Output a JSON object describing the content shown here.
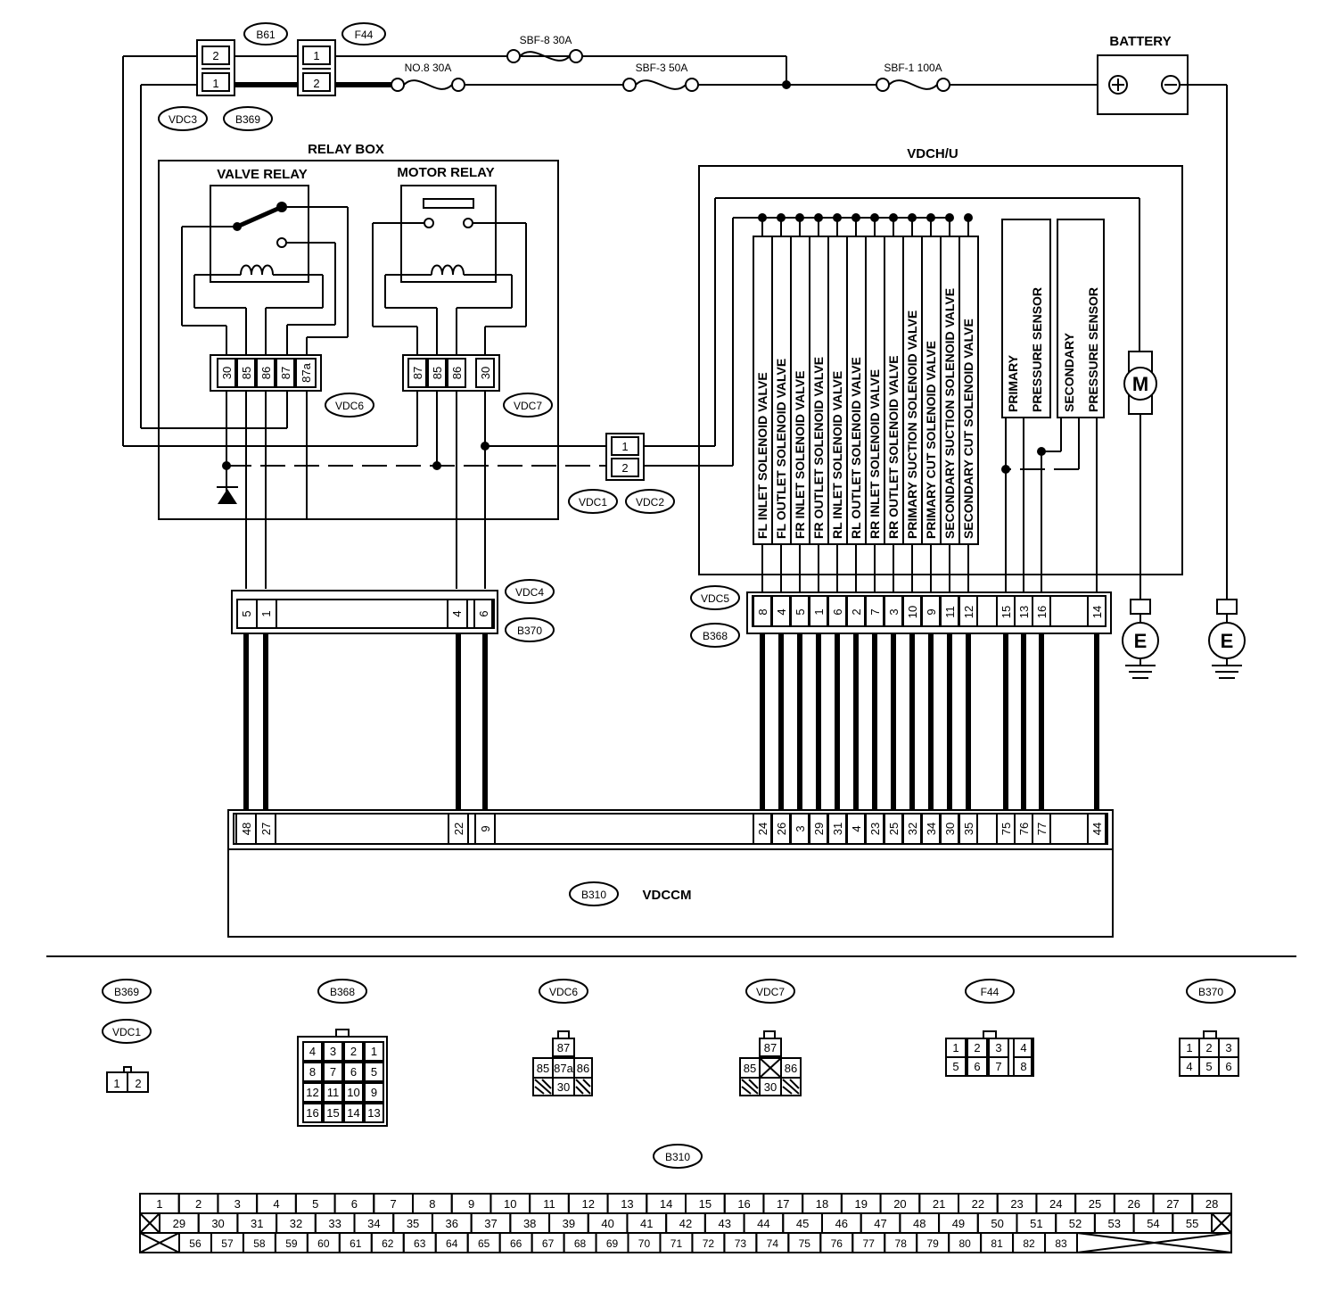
{
  "connectors": {
    "b61": "B61",
    "f44": "F44",
    "vdc3": "VDC3",
    "b369": "B369",
    "vdc6": "VDC6",
    "vdc7": "VDC7",
    "vdc1": "VDC1",
    "vdc2": "VDC2",
    "vdc4": "VDC4",
    "b370": "B370",
    "vdc5": "VDC5",
    "b368": "B368",
    "b310": "B310"
  },
  "fuses": {
    "sbf8": "SBF-8 30A",
    "no8": "NO.8 30A",
    "sbf3": "SBF-3 50A",
    "sbf1": "SBF-1 100A"
  },
  "battery": {
    "label": "BATTERY",
    "plus": "+",
    "minus": "−"
  },
  "relay_box": {
    "title": "RELAY BOX",
    "valve_relay": "VALVE RELAY",
    "motor_relay": "MOTOR RELAY",
    "valve_pins": [
      "30",
      "85",
      "86",
      "87",
      "87a"
    ],
    "motor_pins": [
      "87",
      "85",
      "86",
      "30"
    ]
  },
  "small_conn": {
    "b61_pins": [
      "2",
      "1"
    ],
    "f44_pins": [
      "1",
      "2"
    ],
    "vdc1_pins": [
      "1",
      "2"
    ]
  },
  "hu": {
    "title": "VDCH/U",
    "valves": [
      "FL INLET SOLENOID VALVE",
      "FL OUTLET SOLENOID VALVE",
      "FR INLET SOLENOID VALVE",
      "FR OUTLET SOLENOID VALVE",
      "RL INLET SOLENOID VALVE",
      "RL OUTLET SOLENOID VALVE",
      "RR INLET SOLENOID VALVE",
      "RR OUTLET SOLENOID VALVE",
      "PRIMARY SUCTION SOLENOID VALVE",
      "PRIMARY CUT SOLENOID VALVE",
      "SECONDARY SUCTION SOLENOID VALVE",
      "SECONDARY CUT SOLENOID VALVE"
    ],
    "primary_sensor": [
      "PRIMARY",
      "PRESSURE SENSOR"
    ],
    "secondary_sensor": [
      "SECONDARY",
      "PRESSURE SENSOR"
    ],
    "motor": "M",
    "ground": "E"
  },
  "vdc4_pins": [
    "5",
    "1",
    "4",
    "6"
  ],
  "vdc5_pins": [
    "8",
    "4",
    "5",
    "1",
    "6",
    "2",
    "7",
    "3",
    "10",
    "9",
    "11",
    "12",
    "15",
    "13",
    "16",
    "14"
  ],
  "module": {
    "name": "VDCCM",
    "pins_left": [
      "48",
      "27",
      "22",
      "9"
    ],
    "pins_right": [
      "24",
      "26",
      "3",
      "29",
      "31",
      "4",
      "23",
      "25",
      "32",
      "34",
      "30",
      "35",
      "75",
      "76",
      "77",
      "44"
    ]
  },
  "legend": {
    "b368_rows": [
      [
        "4",
        "3",
        "2",
        "1"
      ],
      [
        "8",
        "7",
        "6",
        "5"
      ],
      [
        "12",
        "11",
        "10",
        "9"
      ],
      [
        "16",
        "15",
        "14",
        "13"
      ]
    ],
    "relay_pins": [
      "87",
      "85",
      "87a",
      "86",
      "30"
    ],
    "relay7_pins": [
      "87",
      "85",
      "86",
      "30"
    ],
    "f44_rows": [
      [
        "1",
        "2",
        "3",
        "4"
      ],
      [
        "5",
        "6",
        "7",
        "8"
      ]
    ],
    "b370_rows": [
      [
        "1",
        "2",
        "3"
      ],
      [
        "4",
        "5",
        "6"
      ]
    ],
    "b310_row1": [
      "1",
      "2",
      "3",
      "4",
      "5",
      "6",
      "7",
      "8",
      "9",
      "10",
      "11",
      "12",
      "13",
      "14",
      "15",
      "16",
      "17",
      "18",
      "19",
      "20",
      "21",
      "22",
      "23",
      "24",
      "25",
      "26",
      "27",
      "28"
    ],
    "b310_row2": [
      "29",
      "30",
      "31",
      "32",
      "33",
      "34",
      "35",
      "36",
      "37",
      "38",
      "39",
      "40",
      "41",
      "42",
      "43",
      "44",
      "45",
      "46",
      "47",
      "48",
      "49",
      "50",
      "51",
      "52",
      "53",
      "54",
      "55"
    ],
    "b310_row3": [
      "56",
      "57",
      "58",
      "59",
      "60",
      "61",
      "62",
      "63",
      "64",
      "65",
      "66",
      "67",
      "68",
      "69",
      "70",
      "71",
      "72",
      "73",
      "74",
      "75",
      "76",
      "77",
      "78",
      "79",
      "80",
      "81",
      "82",
      "83"
    ]
  }
}
